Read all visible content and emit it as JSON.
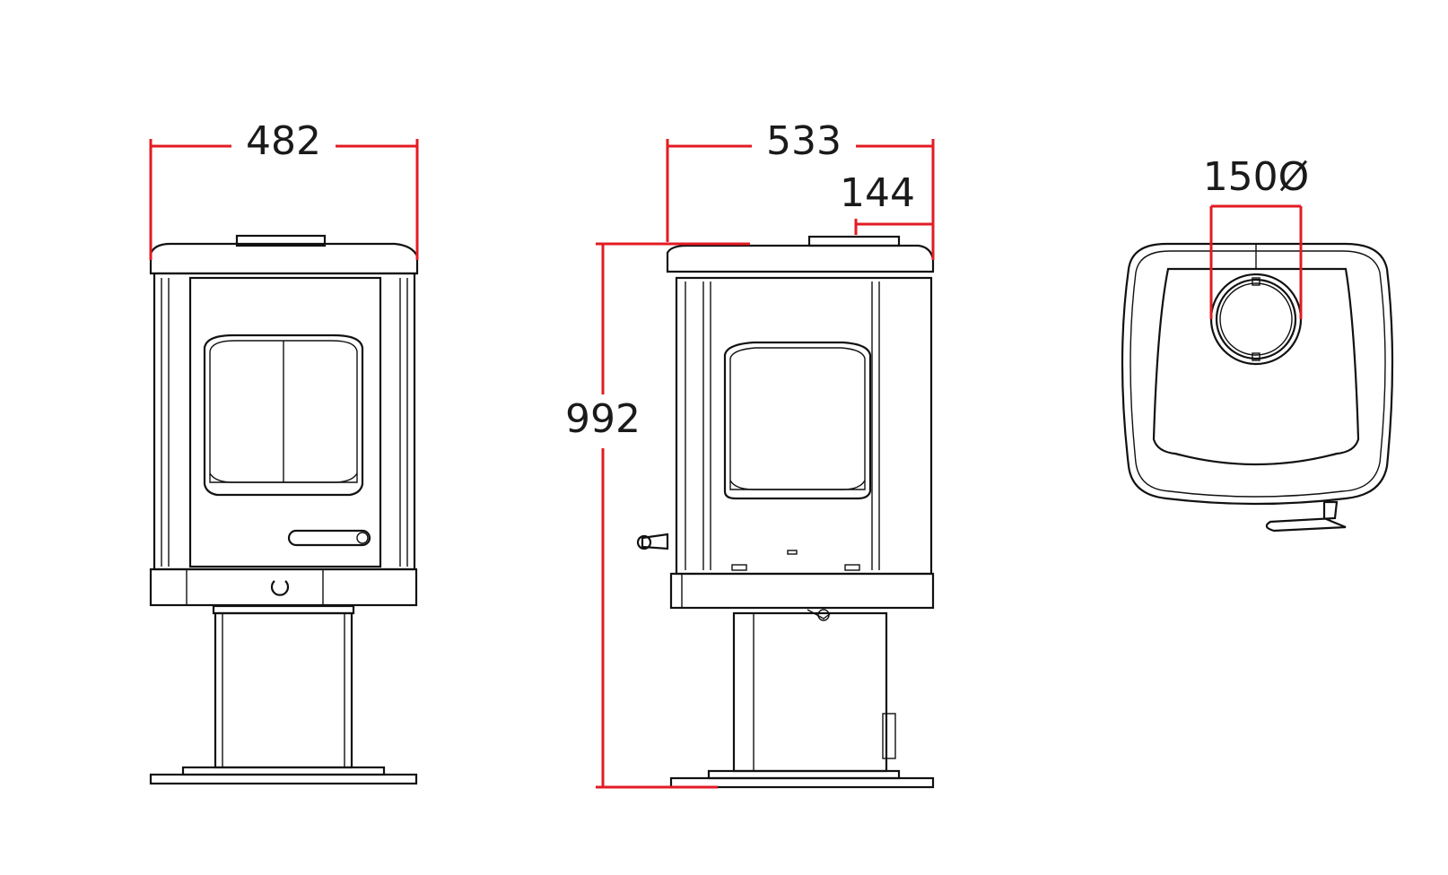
{
  "dimensions": {
    "front_width": "482",
    "side_depth": "533",
    "flue_offset": "144",
    "height": "992",
    "flue_diameter": "150Ø"
  },
  "colors": {
    "dimension_line": "#e31b23",
    "outline": "#111111",
    "text": "#1a1a1a"
  }
}
